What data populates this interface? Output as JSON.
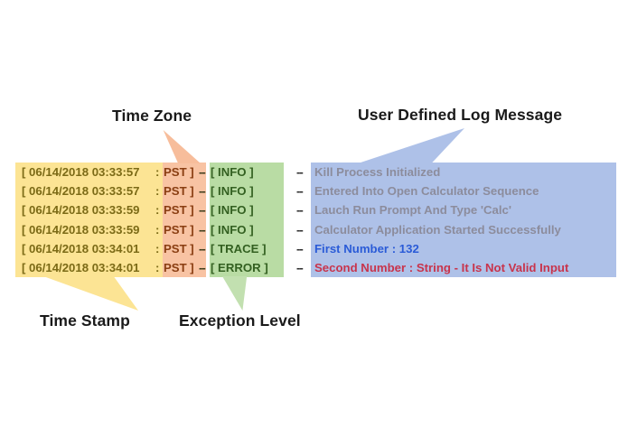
{
  "annotations": {
    "time_zone": "Time Zone",
    "user_defined_log_message": "User Defined Log Message",
    "time_stamp": "Time Stamp",
    "exception_level": "Exception Level"
  },
  "colors": {
    "timestamp_band": "#FCE494",
    "timezone_band": "#F8C3A3",
    "level_band": "#B9DCA4",
    "message_band": "#AEC1E8",
    "timestamp_text": "#7B6A16",
    "timezone_text": "#8A3E12",
    "level_text": "#336021",
    "message_info_text": "#8C8C9C",
    "message_trace_text": "#2A5BD7",
    "message_error_text": "#C8344C"
  },
  "separators": {
    "tz_to_level": "--",
    "level_to_message": "--",
    "colon": ":"
  },
  "log": {
    "rows": [
      {
        "timestamp": "[ 06/14/2018 03:33:57",
        "timezone": "PST ]",
        "level": "[ INFO ]",
        "message": "Kill Process Initialized",
        "severity": "info"
      },
      {
        "timestamp": "[ 06/14/2018 03:33:57",
        "timezone": "PST ]",
        "level": "[ INFO ]",
        "message": "Entered Into Open Calculator Sequence",
        "severity": "info"
      },
      {
        "timestamp": "[ 06/14/2018 03:33:59",
        "timezone": "PST ]",
        "level": "[ INFO ]",
        "message": "Lauch Run Prompt And Type 'Calc'",
        "severity": "info"
      },
      {
        "timestamp": "[ 06/14/2018 03:33:59",
        "timezone": "PST ]",
        "level": "[ INFO ]",
        "message": "Calculator Application Started Successfully",
        "severity": "info"
      },
      {
        "timestamp": "[ 06/14/2018 03:34:01",
        "timezone": "PST ]",
        "level": "[ TRACE ]",
        "message": "First Number : 132",
        "severity": "trace"
      },
      {
        "timestamp": "[ 06/14/2018 03:34:01",
        "timezone": "PST ]",
        "level": "[ ERROR ]",
        "message": "Second Number : String - It Is Not Valid Input",
        "severity": "error"
      }
    ]
  }
}
